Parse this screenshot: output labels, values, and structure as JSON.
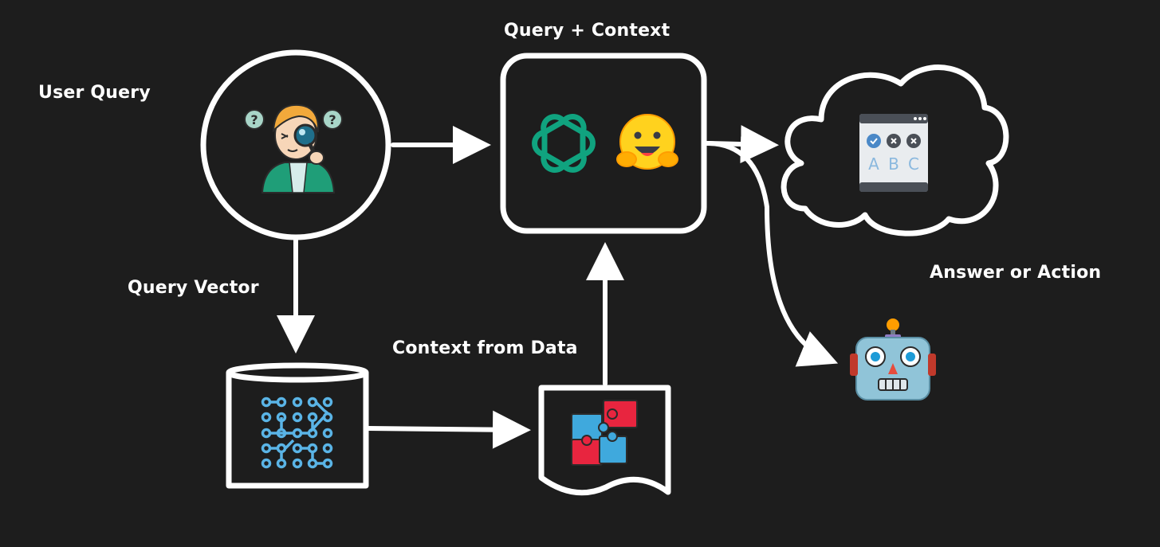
{
  "labels": {
    "user_query": "User Query",
    "query_context": "Query + Context",
    "query_vector": "Query Vector",
    "context_from_data": "Context from Data",
    "answer_or_action": "Answer or Action"
  },
  "colors": {
    "background": "#1d1d1d",
    "stroke": "#ffffff",
    "openai_green": "#10a37f",
    "hugging_yellow": "#ffd21e",
    "network_blue": "#5ab4e6",
    "puzzle_red": "#e8253f",
    "puzzle_blue": "#3fa9dd"
  },
  "icons": {
    "user": "user-searching-icon",
    "llm_openai": "openai-logo-icon",
    "llm_huggingface": "hugging-face-icon",
    "vector_db": "neural-network-icon",
    "context": "puzzle-pieces-icon",
    "answer": "quiz-abc-icon",
    "action": "robot-icon"
  }
}
